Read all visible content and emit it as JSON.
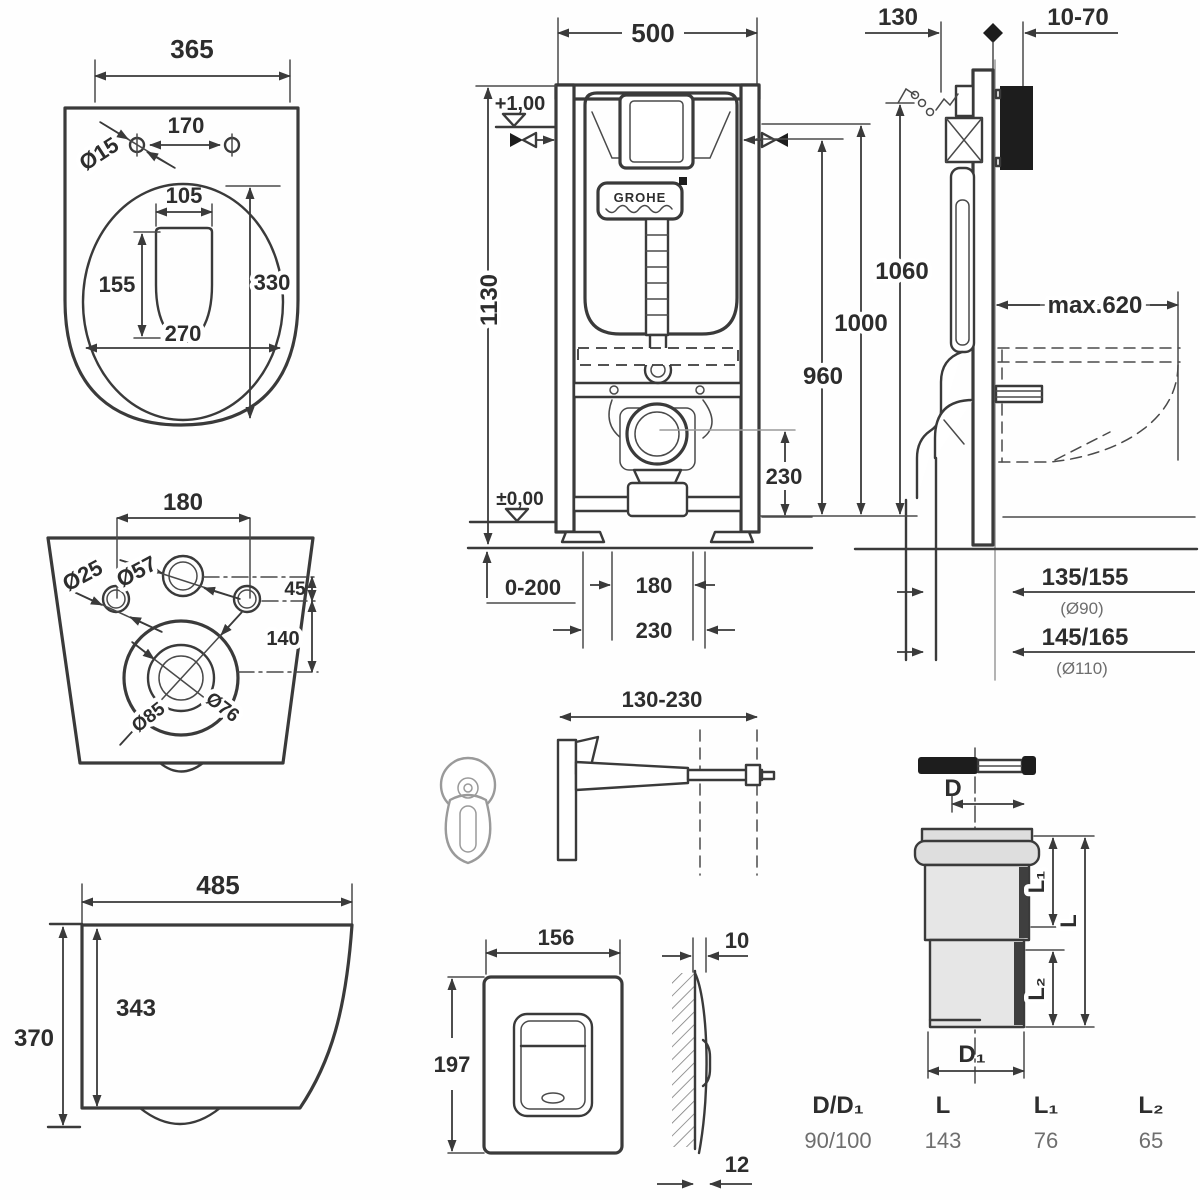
{
  "views": {
    "pan_top": {
      "width": "365",
      "hole_spacing": "170",
      "hole_dia": "Ø15",
      "seat_width": "105",
      "seat_depth": "155",
      "bowl_length": "330",
      "bowl_width": "270"
    },
    "pan_bottom": {
      "spacing": "180",
      "fix_dia": "Ø25",
      "inlet_dia": "Ø57",
      "offset_45": "45",
      "offset_140": "140",
      "outlet_outer": "Ø85",
      "outlet_inner": "Ø76"
    },
    "pan_side": {
      "depth": "485",
      "underside": "343",
      "height": "370"
    },
    "frame_front": {
      "width": "500",
      "height": "1130",
      "level_top": "+1,00",
      "level_zero": "±0,00",
      "adjust": "0-200",
      "rods": "180",
      "outlet_h": "230",
      "drain": "230",
      "brand": "GROHE"
    },
    "frame_side": {
      "depth": "130",
      "wall_gap": "10-70",
      "h1060": "1060",
      "h1000": "1000",
      "h960": "960",
      "reach": "max.620",
      "d90": "135/155",
      "d90_note": "(Ø90)",
      "d110": "145/165",
      "d110_note": "(Ø110)"
    },
    "bracket": {
      "range": "130-230"
    },
    "plate": {
      "width": "156",
      "height": "197",
      "thk_top": "10",
      "thk_bottom": "12"
    },
    "adapter": {
      "d": "D",
      "d1": "D₁",
      "l1": "L₁",
      "l": "L",
      "l2": "L₂"
    },
    "spec_table": {
      "headers": [
        "D/D₁",
        "L",
        "L₁",
        "L₂"
      ],
      "values": [
        "90/100",
        "143",
        "76",
        "65"
      ]
    }
  }
}
